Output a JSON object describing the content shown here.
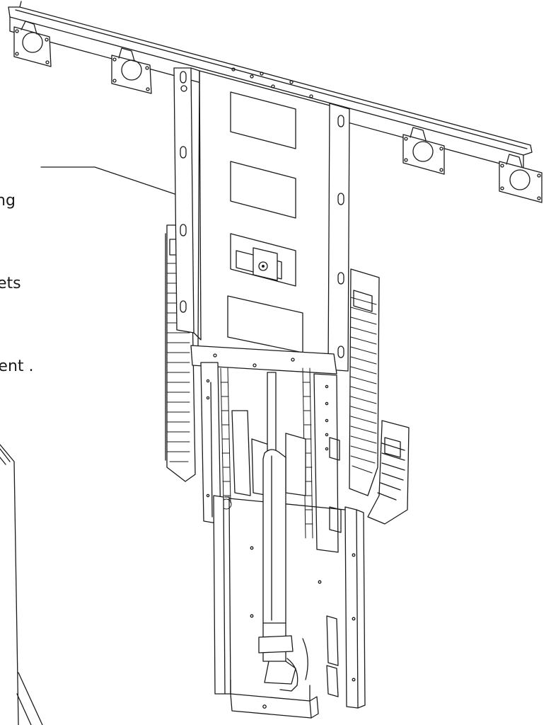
{
  "callout": {
    "lines": [
      "ng",
      "ets",
      "ment ."
    ]
  }
}
